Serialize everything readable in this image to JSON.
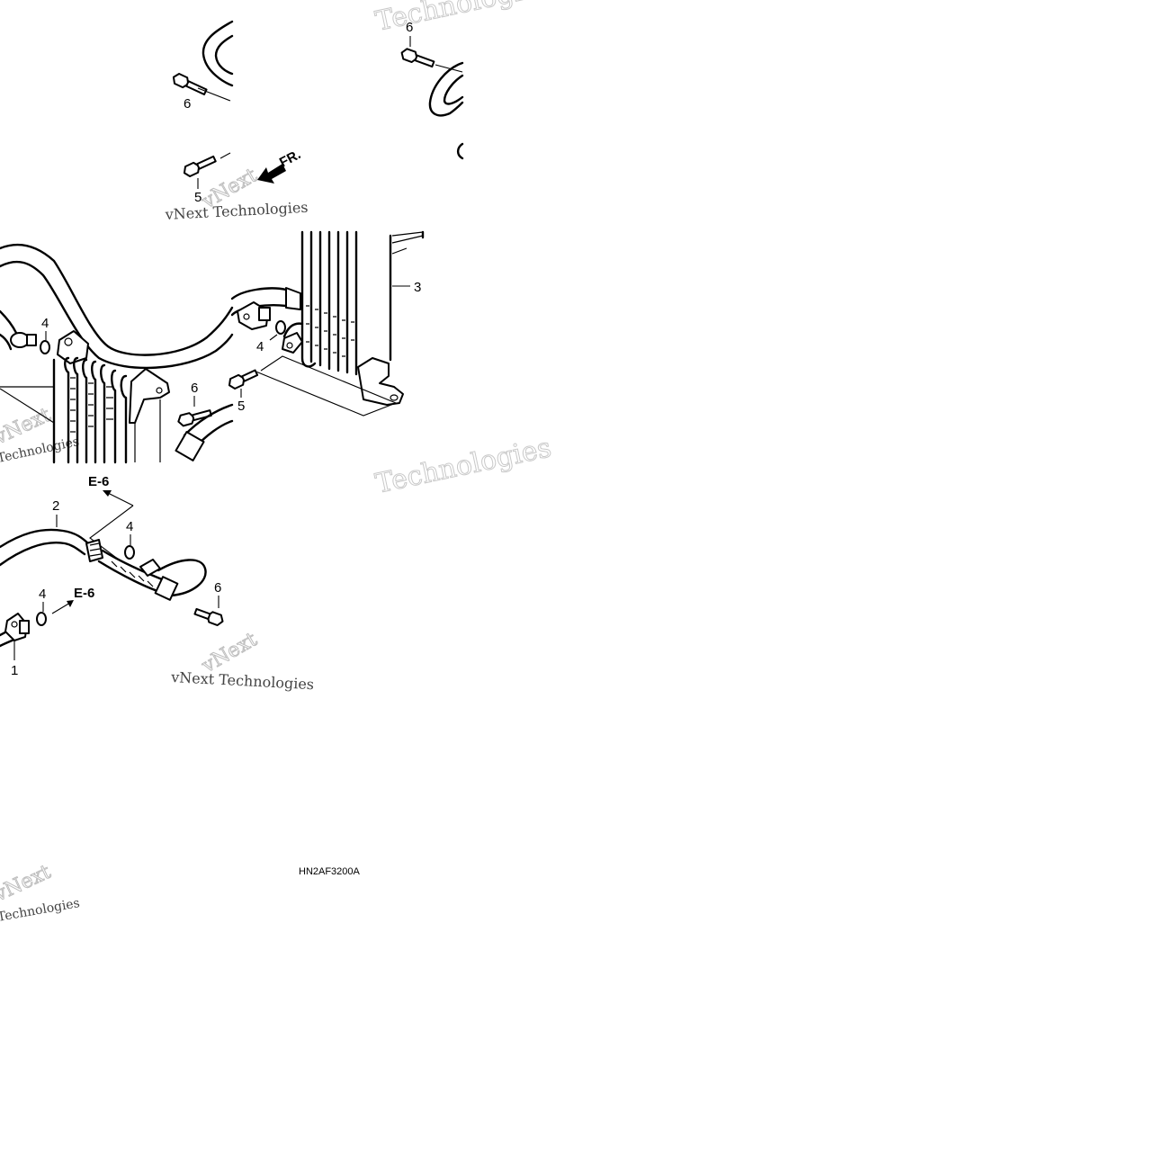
{
  "diagram": {
    "code": "HN2AF3200A",
    "front_mark": "FR.",
    "ref": "E-6",
    "callouts": {
      "p1": "1",
      "p2": "2",
      "p3": "3",
      "p4": "4",
      "p5": "5",
      "p6": "6"
    },
    "watermark": {
      "line1": "vNext Technologies",
      "brand": "Technologies",
      "v": "vNext"
    }
  }
}
